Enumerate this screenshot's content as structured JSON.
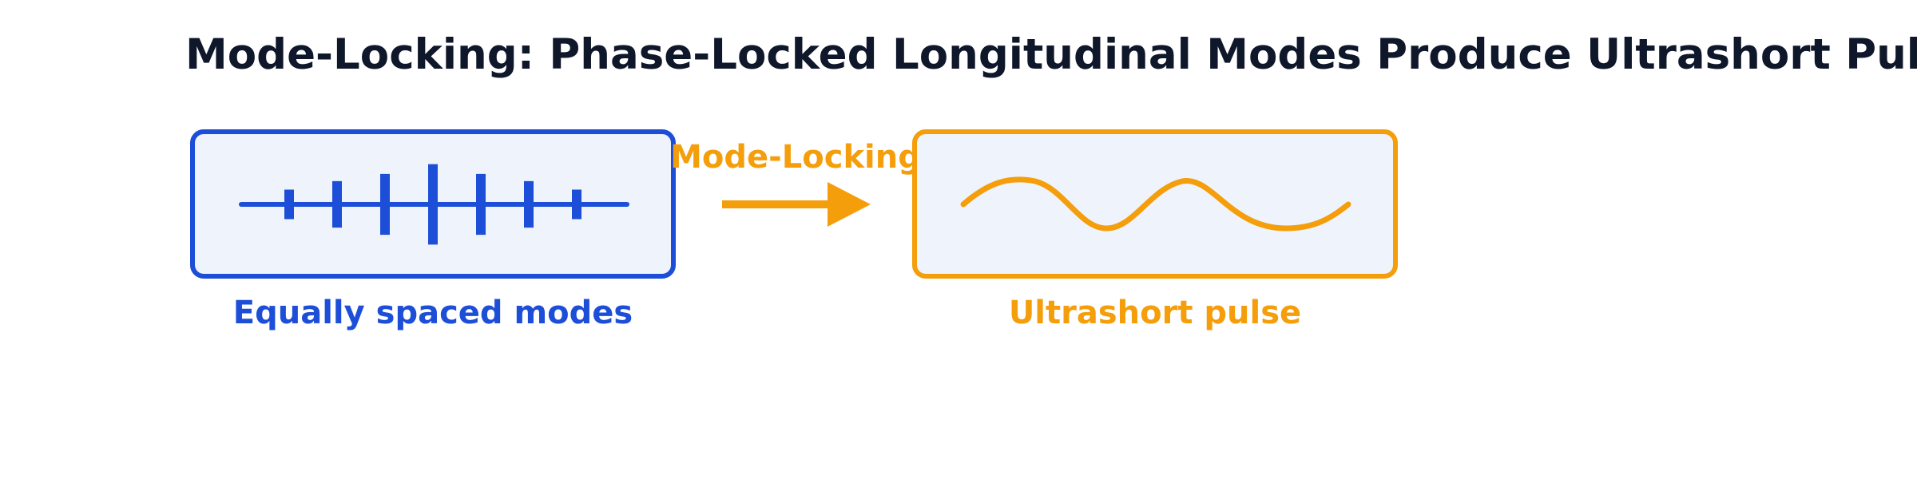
{
  "title": "Mode-Locking: Phase-Locked Longitudinal Modes Produce Ultrashort Pulses",
  "left_box": {
    "caption": "Equally spaced modes",
    "mode_heights": [
      0.35,
      0.55,
      0.72,
      0.95,
      0.72,
      0.55,
      0.35
    ]
  },
  "arrow": {
    "label": "Mode-Locking"
  },
  "right_box": {
    "caption": "Ultrashort pulse"
  },
  "colors": {
    "blue": "#1d4ed8",
    "orange": "#f59e0b",
    "box_fill": "#eff4fc",
    "title": "#0f172a"
  }
}
